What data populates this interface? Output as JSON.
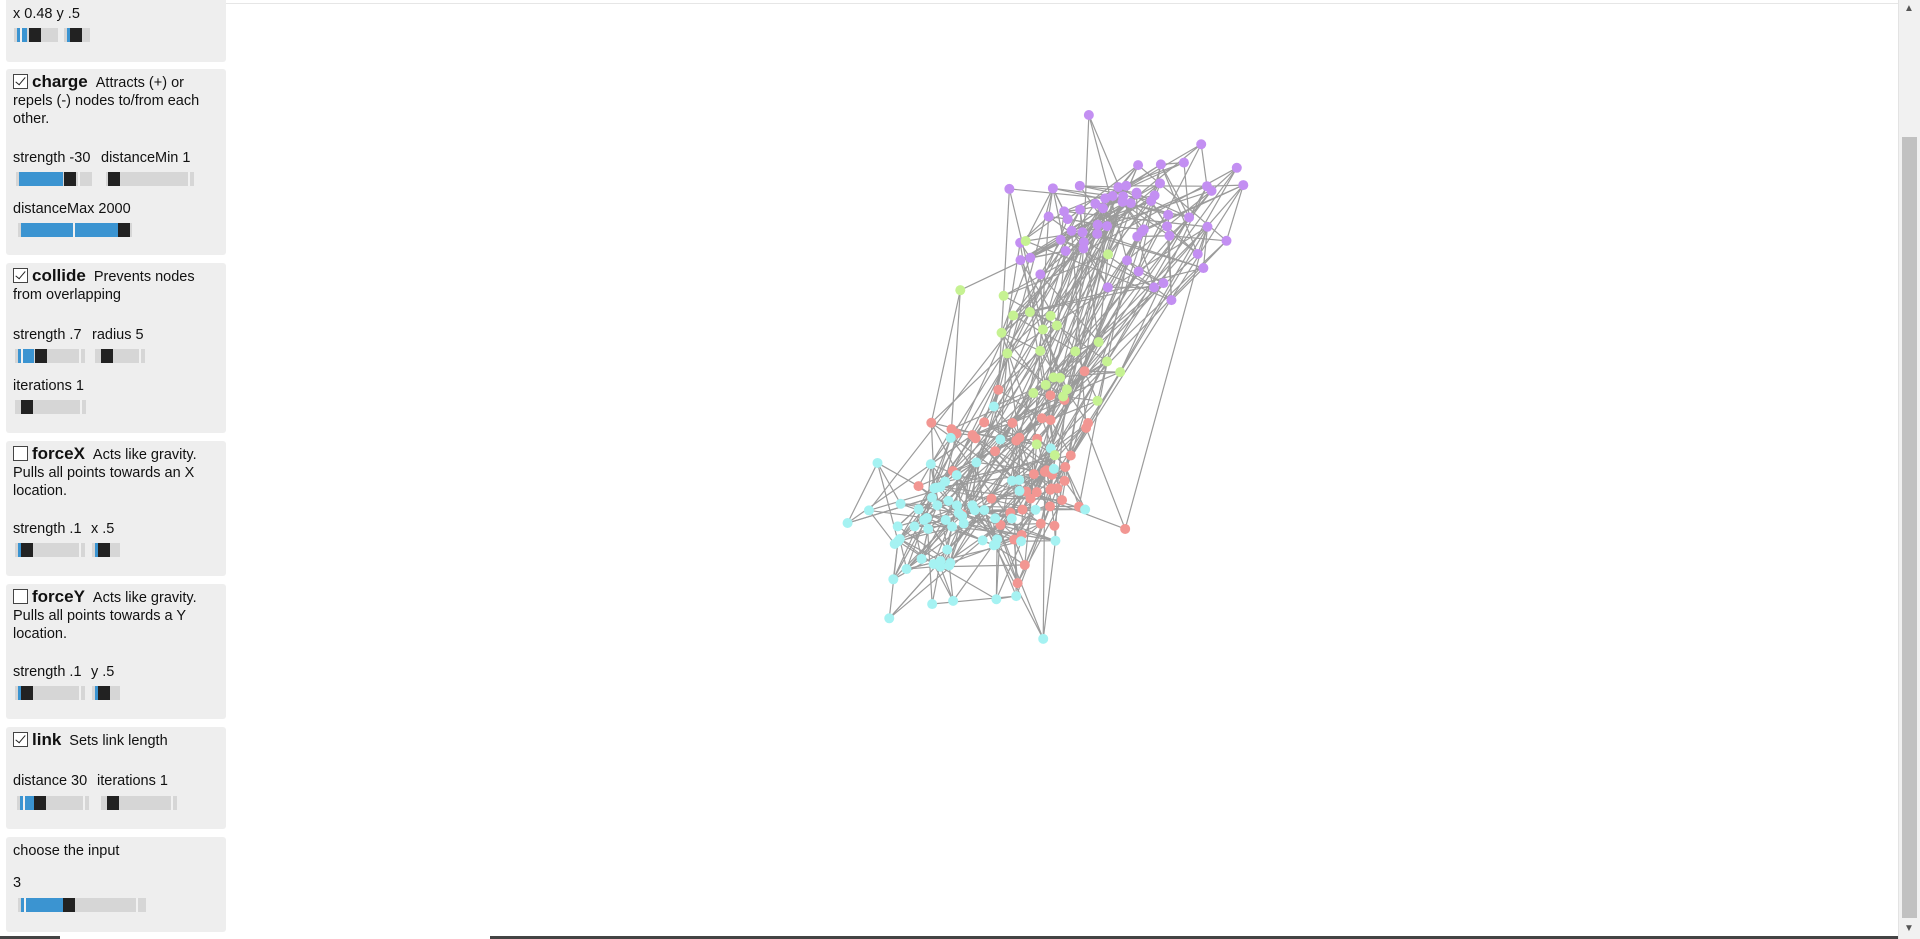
{
  "panels": {
    "center": {
      "label": "x 0.48  y .5"
    },
    "charge": {
      "title": "charge",
      "desc": "Attracts (+) or repels (-) nodes to/from each other.",
      "strength_label": "strength -30",
      "distanceMin_label": "distanceMin 1",
      "distanceMax_label": "distanceMax 2000"
    },
    "collide": {
      "title": "collide",
      "desc": "Prevents nodes from overlapping",
      "strength_label": "strength .7",
      "radius_label": "radius 5",
      "iterations_label": "iterations 1"
    },
    "forceX": {
      "title": "forceX",
      "desc": "Acts like gravity. Pulls all points towards an X location.",
      "strength_label": "strength .1",
      "x_label": "x .5"
    },
    "forceY": {
      "title": "forceY",
      "desc": "Acts like gravity. Pulls all points towards a Y location.",
      "strength_label": "strength .1",
      "y_label": "y .5"
    },
    "link": {
      "title": "link",
      "desc": "Sets link length",
      "distance_label": "distance 30",
      "iterations_label": "iterations 1"
    },
    "input": {
      "label": "choose the input",
      "value_label": "3"
    }
  },
  "graph": {
    "link_color": "#9b9b9b",
    "node_count": 200,
    "group_colors": [
      "#c38ff2",
      "#f29692",
      "#a5f2f2",
      "#c6f292"
    ]
  }
}
